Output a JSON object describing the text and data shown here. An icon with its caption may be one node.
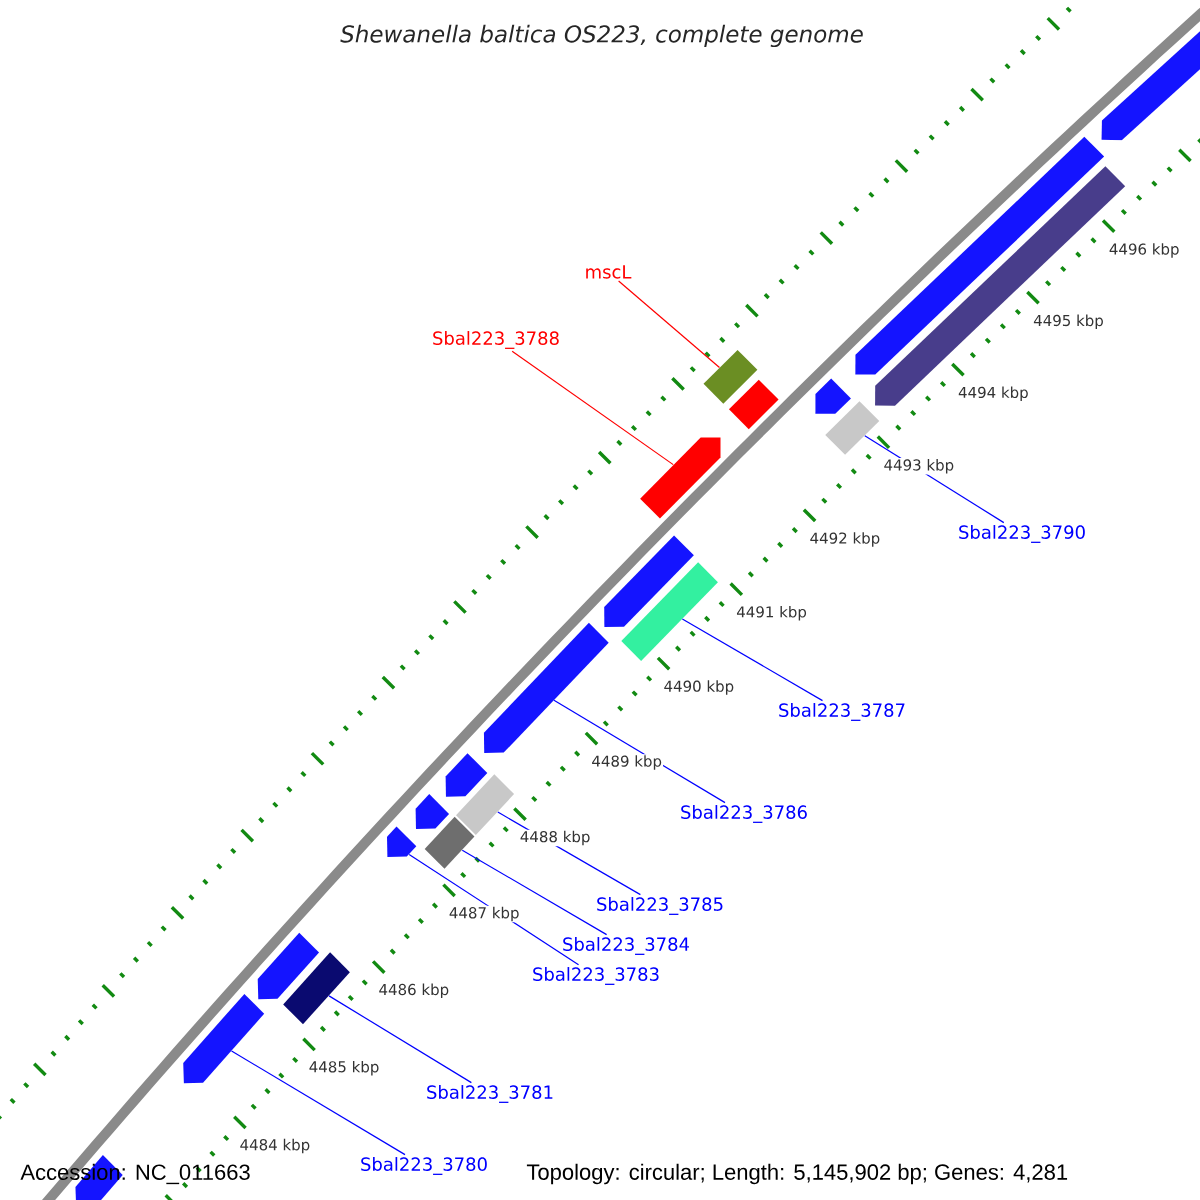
{
  "diagram": {
    "title": "Shewanella baltica OS223, complete genome",
    "nodes": [
      {
        "text": [
          "mscL"
        ]
      },
      {
        "text": [],
        "shape": "box"
      },
      {
        "text": [
          "Sbal223_3788"
        ]
      },
      {
        "text": [],
        "shape": "pentagon"
      },
      {
        "text": [
          "Sbal223_3790"
        ]
      },
      {
        "text": [],
        "shape": "box"
      },
      {
        "text": [
          "Sbal223_3787"
        ]
      },
      {
        "text": [],
        "shape": "box"
      },
      {
        "text": [
          "Sbal223_3786"
        ]
      },
      {
        "text": [],
        "shape": "pentagon"
      },
      {
        "text": [
          "Sbal223_3785"
        ]
      },
      {
        "text": [],
        "shape": "box"
      },
      {
        "text": [
          "Sbal223_3784"
        ]
      },
      {
        "text": [],
        "shape": "box"
      },
      {
        "text": [
          "Sbal223_3783"
        ]
      },
      {
        "text": [],
        "shape": "pentagon"
      },
      {
        "text": [
          "Sbal223_3781"
        ]
      },
      {
        "text": [],
        "shape": "box"
      },
      {
        "text": [
          "Sbal223_3780"
        ]
      },
      {
        "text": [],
        "shape": "pentagon"
      },
      {
        "text": [],
        "shape": "pentagon"
      },
      {
        "text": [],
        "shape": "pentagon"
      },
      {
        "text": [],
        "shape": "pentagon"
      },
      {
        "text": [],
        "shape": "pentagon"
      },
      {
        "text": [],
        "shape": "pentagon"
      },
      {
        "text": [],
        "shape": "pentagon"
      },
      {
        "text": [],
        "shape": "pentagon"
      },
      {
        "text": [],
        "shape": "pentagon"
      },
      {
        "text": [],
        "shape": "box"
      },
      {
        "text": [],
        "shape": "pentagon"
      }
    ],
    "edges": [
      {
        "from": 0,
        "to": 1,
        "arrow": "none",
        "color": "#ff0000"
      },
      {
        "from": 2,
        "to": 3,
        "arrow": "none",
        "color": "#ff0000"
      },
      {
        "from": 4,
        "to": 5,
        "arrow": "none"
      },
      {
        "from": 6,
        "to": 7,
        "arrow": "none"
      },
      {
        "from": 8,
        "to": 9,
        "arrow": "none"
      },
      {
        "from": 10,
        "to": 11,
        "arrow": "none"
      },
      {
        "from": 12,
        "to": 13,
        "arrow": "none"
      },
      {
        "from": 14,
        "to": 15,
        "arrow": "none"
      },
      {
        "from": 16,
        "to": 17,
        "arrow": "none"
      },
      {
        "from": 18,
        "to": 19,
        "arrow": "none"
      }
    ],
    "labels": [
      "4496 kbp",
      "4495 kbp",
      "4494 kbp",
      "4493 kbp",
      "4492 kbp",
      "4491 kbp",
      "4490 kbp",
      "4489 kbp",
      "4488 kbp",
      "4487 kbp",
      "4486 kbp",
      "4485 kbp",
      "4484 kbp",
      "Accession: NC_011663",
      "Topology: circular; Length: 5,145,902 bp; Genes: 4,281"
    ]
  }
}
